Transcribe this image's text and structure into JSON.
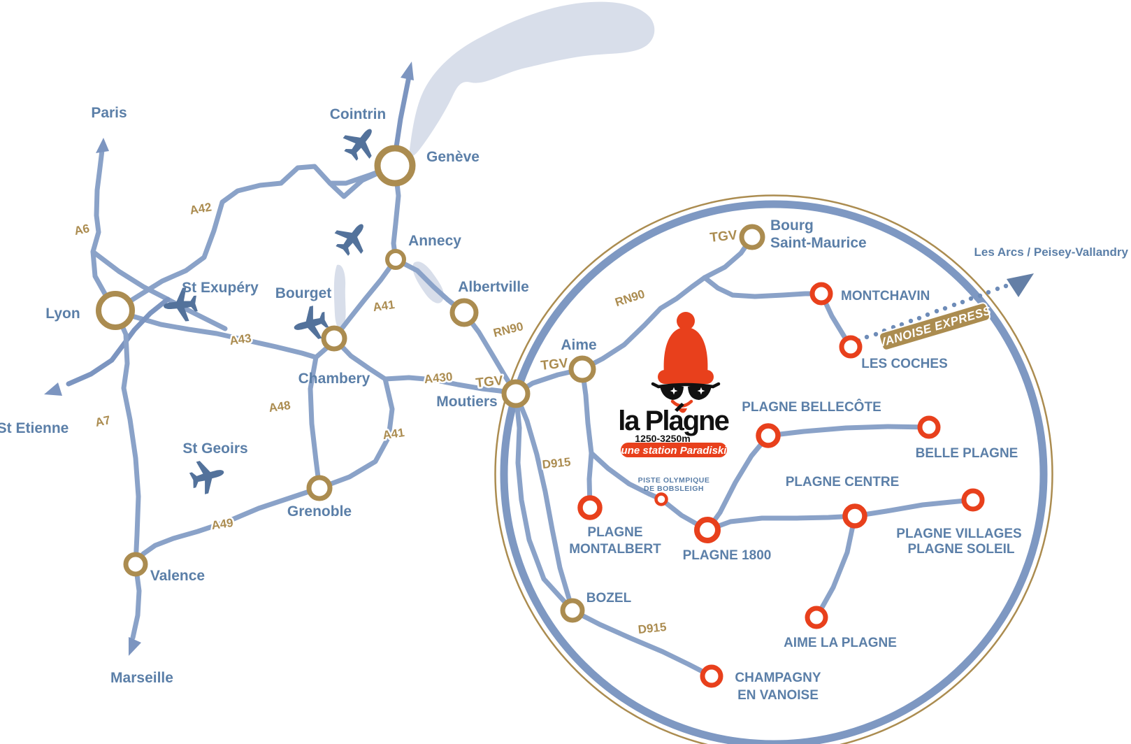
{
  "logo": {
    "name": "la Plagne",
    "altitude": "1250-3250m",
    "tagline": "une station Paradiski"
  },
  "arrows": {
    "paris": "Paris",
    "st_etienne": "St Etienne",
    "marseille": "Marseille",
    "les_arcs": "Les Arcs / Peisey-Vallandry"
  },
  "cities": {
    "lyon": "Lyon",
    "geneve": "Genève",
    "annecy": "Annecy",
    "albertville": "Albertville",
    "chambery": "Chambery",
    "grenoble": "Grenoble",
    "valence": "Valence",
    "moutiers": "Moutiers",
    "aime": "Aime",
    "bozel": "BOZEL",
    "bsm_line1": "Bourg",
    "bsm_line2": "Saint-Maurice"
  },
  "airports": {
    "cointrin": "Cointrin",
    "st_exupery": "St Exupéry",
    "bourget": "Bourget",
    "st_geoirs": "St Geoirs"
  },
  "resorts": {
    "montchavin": "MONTCHAVIN",
    "les_coches": "LES COCHES",
    "plagne_bellecote": "PLAGNE BELLECÔTE",
    "belle_plagne": "BELLE PLAGNE",
    "plagne_centre": "PLAGNE CENTRE",
    "plagne_villages_line1": "PLAGNE VILLAGES",
    "plagne_villages_line2": "PLAGNE SOLEIL",
    "plagne_1800": "PLAGNE 1800",
    "montalbert_line1": "PLAGNE",
    "montalbert_line2": "MONTALBERT",
    "aime_la_plagne": "AIME LA PLAGNE",
    "champagny_line1": "CHAMPAGNY",
    "champagny_line2": "EN VANOISE"
  },
  "badges": {
    "a6": "A6",
    "a42": "A42",
    "a43": "A43",
    "a48": "A48",
    "a7": "A7",
    "a49": "A49",
    "a41": "A41",
    "a430": "A430",
    "rn90": "RN90",
    "d915": "D915",
    "tgv": "TGV"
  },
  "cable_car": "VANOISE EXPRESS",
  "bobsleigh": {
    "line1": "PISTE OLYMPIQUE",
    "line2": "DE BOBSLEIGH"
  },
  "colors": {
    "road_blue": "#8AA2C8",
    "ring_blue": "#7E98C2",
    "gold": "#AB8C50",
    "red": "#E8401C",
    "label_blue": "#5B7FA8",
    "lake": "#D8DEEA",
    "plane_blue": "#53729B"
  }
}
